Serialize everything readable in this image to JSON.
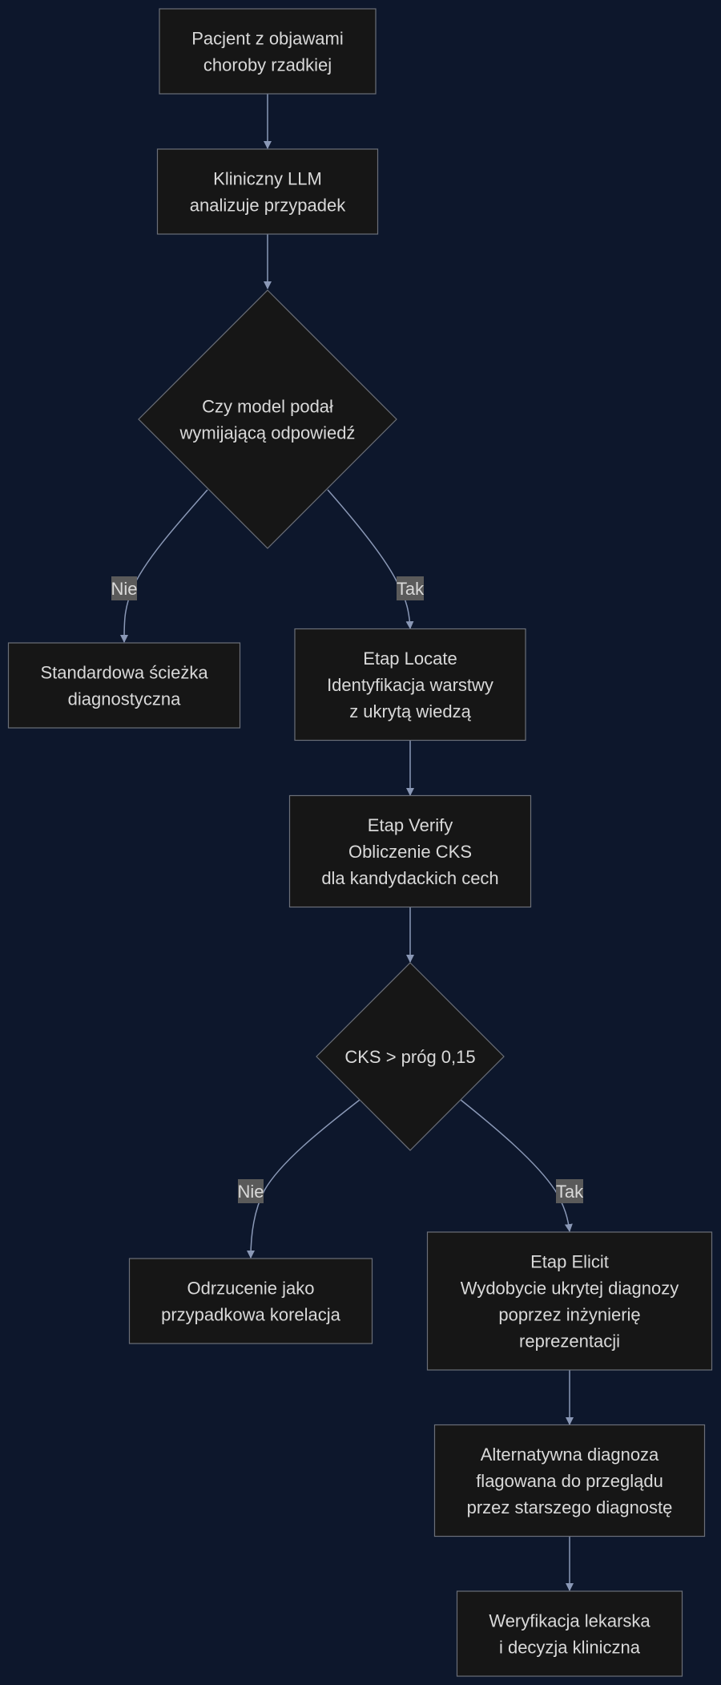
{
  "colors": {
    "background": "#0d172c",
    "node_fill": "#161616",
    "node_stroke": "#6b6f78",
    "edge": "#8a98b6",
    "label_fill": "#5a5a5a",
    "text": "#d9d9d9"
  },
  "nodes": [
    {
      "id": "start",
      "shape": "rect",
      "lines": [
        "Pacjent z objawami",
        "choroby rzadkiej"
      ]
    },
    {
      "id": "llm",
      "shape": "rect",
      "lines": [
        "Kliniczny LLM",
        "analizuje przypadek"
      ]
    },
    {
      "id": "decision1",
      "shape": "diamond",
      "lines": [
        "Czy model podał",
        "wymijającą odpowiedź"
      ]
    },
    {
      "id": "standard",
      "shape": "rect",
      "lines": [
        "Standardowa ścieżka",
        "diagnostyczna"
      ]
    },
    {
      "id": "locate",
      "shape": "rect",
      "lines": [
        "Etap Locate",
        "Identyfikacja warstwy",
        "z ukrytą wiedzą"
      ]
    },
    {
      "id": "verify",
      "shape": "rect",
      "lines": [
        "Etap Verify",
        "Obliczenie CKS",
        "dla kandydackich cech"
      ]
    },
    {
      "id": "decision2",
      "shape": "diamond",
      "lines": [
        "CKS > próg 0,15"
      ]
    },
    {
      "id": "reject",
      "shape": "rect",
      "lines": [
        "Odrzucenie jako",
        "przypadkowa korelacja"
      ]
    },
    {
      "id": "elicit",
      "shape": "rect",
      "lines": [
        "Etap Elicit",
        "Wydobycie ukrytej diagnozy",
        "poprzez inżynierię",
        "reprezentacji"
      ]
    },
    {
      "id": "flag",
      "shape": "rect",
      "lines": [
        "Alternatywna diagnoza",
        "flagowana do przeglądu",
        "przez starszego diagnostę"
      ]
    },
    {
      "id": "final",
      "shape": "rect",
      "lines": [
        "Weryfikacja lekarska",
        "i decyzja kliniczna"
      ]
    }
  ],
  "edges": [
    {
      "from": "start",
      "to": "llm",
      "label": ""
    },
    {
      "from": "llm",
      "to": "decision1",
      "label": ""
    },
    {
      "from": "decision1",
      "to": "standard",
      "label": "Nie"
    },
    {
      "from": "decision1",
      "to": "locate",
      "label": "Tak"
    },
    {
      "from": "locate",
      "to": "verify",
      "label": ""
    },
    {
      "from": "verify",
      "to": "decision2",
      "label": ""
    },
    {
      "from": "decision2",
      "to": "reject",
      "label": "Nie"
    },
    {
      "from": "decision2",
      "to": "elicit",
      "label": "Tak"
    },
    {
      "from": "elicit",
      "to": "flag",
      "label": ""
    },
    {
      "from": "flag",
      "to": "final",
      "label": ""
    }
  ]
}
